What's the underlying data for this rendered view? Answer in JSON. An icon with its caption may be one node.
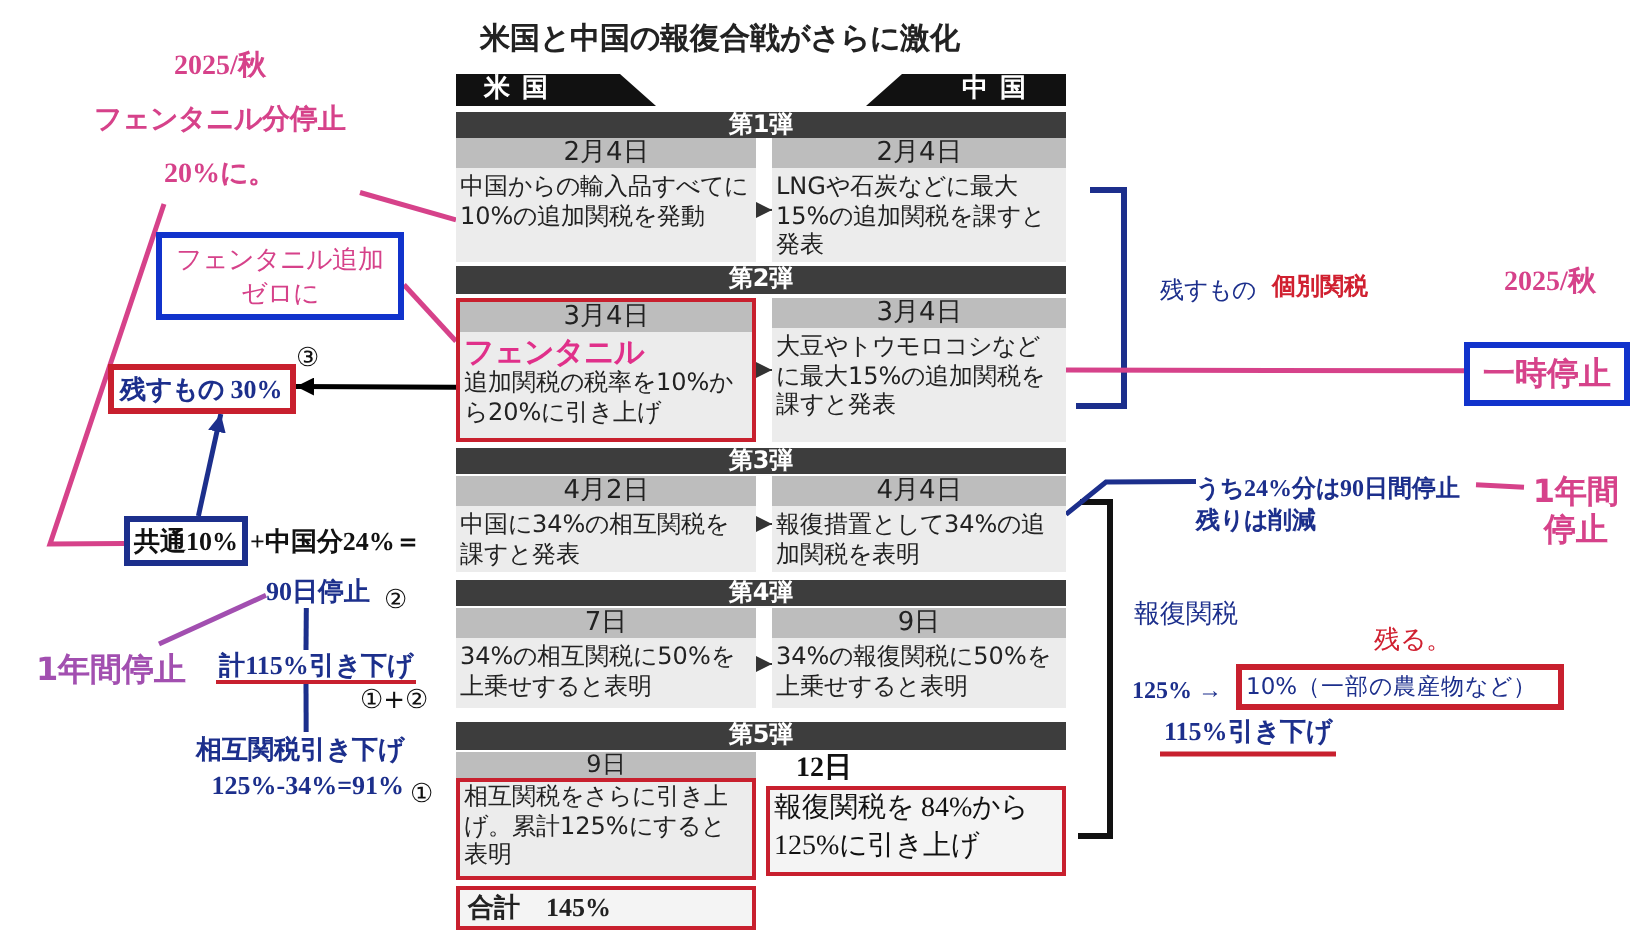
{
  "diagram": {
    "title": "米国と中国の報復合戦がさらに激化",
    "nodes": [
      {
        "text": [
          "米国"
        ]
      },
      {
        "text": [
          "中国"
        ]
      },
      {
        "text": [
          "第1弾"
        ]
      },
      {
        "text": [
          "2月4日",
          "中国からの輸入品すべてに10%の追加関税を発動"
        ]
      },
      {
        "text": [
          "2月4日",
          "LNGや石炭などに最大15%の追加関税を課すと発表"
        ]
      },
      {
        "text": [
          "第2弾"
        ]
      },
      {
        "text": [
          "3月4日",
          "フェンタニル",
          "追加関税の税率を10%から20%に引き上げ"
        ]
      },
      {
        "text": [
          "3月4日",
          "大豆やトウモロコシなどに最大15%の追加関税を課すと発表"
        ]
      },
      {
        "text": [
          "第3弾"
        ]
      },
      {
        "text": [
          "4月2日",
          "中国に34%の相互関税を課すと発表"
        ]
      },
      {
        "text": [
          "4月4日",
          "報復措置として34%の追加関税を表明"
        ]
      },
      {
        "text": [
          "第4弾"
        ]
      },
      {
        "text": [
          "7日",
          "34%の相互関税に50%を上乗せすると表明"
        ]
      },
      {
        "text": [
          "9日",
          "34%の報復関税に50%を上乗せすると表明"
        ]
      },
      {
        "text": [
          "第5弾"
        ]
      },
      {
        "text": [
          "相互関税をさらに引き上げ。累計125%にすると表明"
        ],
        "beside": [
          "9日"
        ]
      },
      {
        "text": [
          "報復関税を 84%から125%に引き上げ"
        ],
        "beside": [
          "12日"
        ]
      },
      {
        "text": [
          "合計　145%"
        ]
      },
      {
        "text": [
          "2025/秋",
          "フェンタニル分停止",
          "20%に。"
        ]
      },
      {
        "text": [
          "フェンタニル追加ゼロに"
        ]
      },
      {
        "text": [
          "残すもの 30%"
        ]
      },
      {
        "text": [
          "共通10%"
        ],
        "beside": [
          "+中国分24%＝"
        ]
      },
      {
        "text": [
          "90日停止"
        ]
      },
      {
        "text": [
          "1年間停止"
        ]
      },
      {
        "text": [
          "計115%引き下げ"
        ]
      },
      {
        "text": [
          "相互関税引き下げ",
          "125%-34%=91%"
        ]
      },
      {
        "text": [
          "一時停止"
        ]
      },
      {
        "text": [
          "うち24%分は90日間停止",
          "残りは削減"
        ]
      },
      {
        "text": [
          "1年間停止"
        ]
      },
      {
        "text": [
          "10%（一部の農産物など）"
        ],
        "beside": [
          "125% →",
          "残る。"
        ]
      }
    ],
    "edges": [
      {
        "from": 18,
        "to": 3,
        "arrow": "none"
      },
      {
        "from": 18,
        "to": 21,
        "arrow": "none"
      },
      {
        "from": 19,
        "to": 6,
        "arrow": "none"
      },
      {
        "from": 6,
        "to": 20,
        "arrow": "to",
        "color": "#000000"
      },
      {
        "from": 21,
        "to": 20,
        "arrow": "to",
        "color": "#1c2f8c"
      },
      {
        "from": 22,
        "to": 23,
        "arrow": "none",
        "color": "#a24fb0"
      },
      {
        "from": 22,
        "to": 24,
        "arrow": "none",
        "color": "#1c2f8c"
      },
      {
        "from": 25,
        "to": 24,
        "arrow": "none",
        "color": "#1c2f8c"
      },
      {
        "from": 7,
        "to": 26,
        "arrow": "none"
      },
      {
        "from": 10,
        "to": 27,
        "arrow": "none",
        "color": "#1c2f8c"
      },
      {
        "from": 27,
        "to": 28,
        "arrow": "none"
      },
      {
        "from": 3,
        "to": 4,
        "arrow": "to",
        "color": "#333333"
      },
      {
        "from": 6,
        "to": 7,
        "arrow": "to",
        "color": "#333333"
      },
      {
        "from": 9,
        "to": 10,
        "arrow": "to",
        "color": "#333333"
      },
      {
        "from": 12,
        "to": 13,
        "arrow": "to",
        "color": "#333333"
      }
    ],
    "labels": [
      "③",
      "残すもの",
      "個別関税",
      "2025/秋",
      "②",
      "①+②",
      "①",
      "報復関税",
      "115%引き下げ"
    ]
  }
}
